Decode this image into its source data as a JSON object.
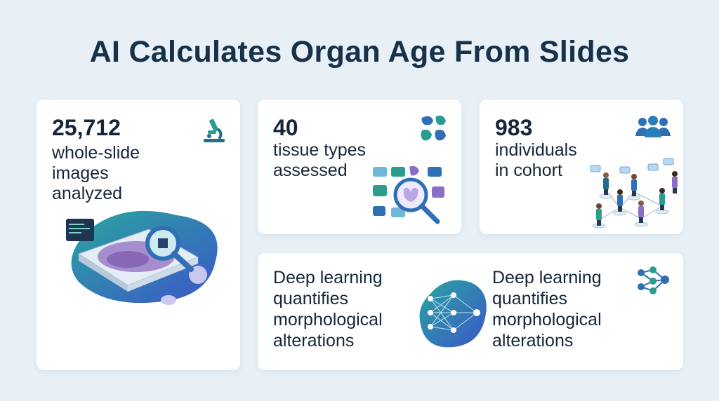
{
  "title": "AI Calculates Organ Age From Slides",
  "cards": [
    {
      "number": "25,712",
      "description": [
        "whole-slide",
        "images",
        "analyzed"
      ],
      "icon": "microscope-icon"
    },
    {
      "number": "40",
      "description": [
        "tissue types",
        "assessed"
      ],
      "icon": "organs-icon"
    },
    {
      "number": "983",
      "description": [
        "individuals",
        "in cohort"
      ],
      "icon": "people-group-icon"
    }
  ],
  "bottom_card": {
    "left_text": [
      "Deep learning",
      "quantifies",
      "morphological",
      "alterations"
    ],
    "right_text": [
      "Deep learning",
      "quantifies",
      "morphological",
      "alterations"
    ],
    "icon": "neural-network-icon"
  },
  "colors": {
    "background": "#e8f0f6",
    "card": "#ffffff",
    "title": "#16314a",
    "accent_teal": "#2a9d8f",
    "accent_blue": "#2f6fb3",
    "accent_purple": "#8a6fc7"
  }
}
